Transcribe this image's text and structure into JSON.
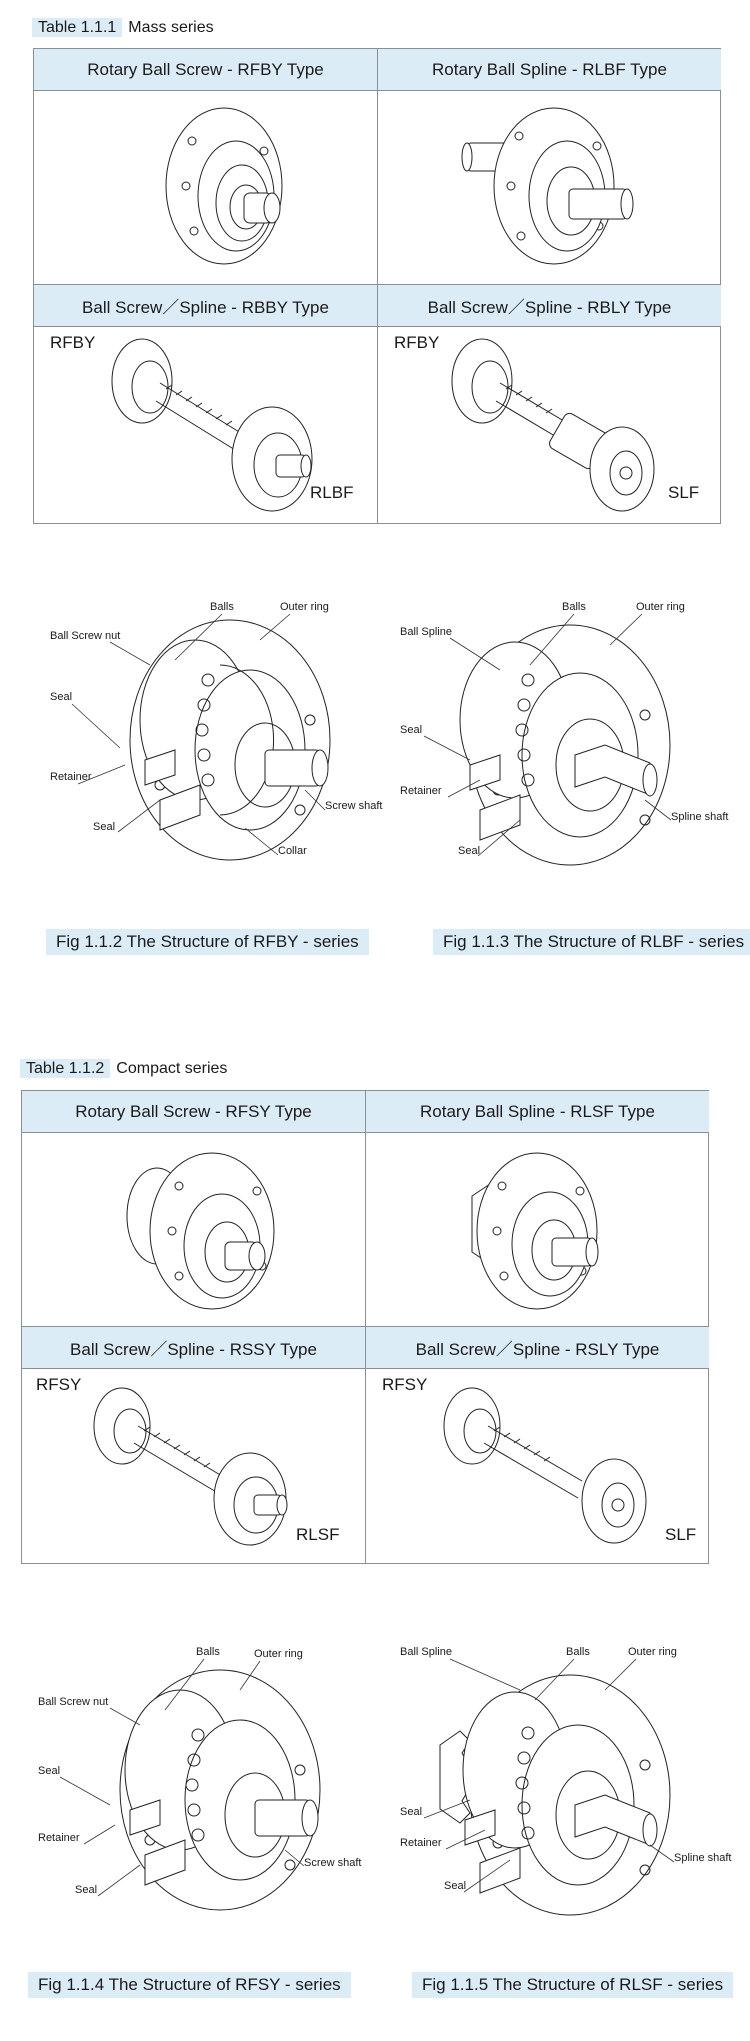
{
  "table1": {
    "number": "Table 1.1.1",
    "title": "Mass series",
    "cells": [
      {
        "header": "Rotary Ball Screw - RFBY Type"
      },
      {
        "header": "Rotary Ball Spline - RLBF Type"
      },
      {
        "header": "Ball Screw／Spline - RBBY Type",
        "tag_top": "RFBY",
        "tag_bottom": "RLBF"
      },
      {
        "header": "Ball Screw／Spline - RBLY Type",
        "tag_top": "RFBY",
        "tag_bottom": "SLF"
      }
    ]
  },
  "fig2": {
    "caption": "Fig 1.1.2 The Structure of RFBY - series",
    "labels": {
      "balls": "Balls",
      "outer_ring": "Outer ring",
      "nut": "Ball Screw nut",
      "seal_top": "Seal",
      "retainer": "Retainer",
      "seal_bottom": "Seal",
      "collar": "Collar",
      "shaft": "Screw shaft"
    }
  },
  "fig3": {
    "caption": "Fig 1.1.3 The Structure of RLBF - series",
    "labels": {
      "balls": "Balls",
      "outer_ring": "Outer ring",
      "nut": "Ball Spline",
      "seal_top": "Seal",
      "retainer": "Retainer",
      "seal_bottom": "Seal",
      "shaft": "Spline shaft"
    }
  },
  "table2": {
    "number": "Table 1.1.2",
    "title": "Compact series",
    "cells": [
      {
        "header": "Rotary Ball Screw - RFSY Type"
      },
      {
        "header": "Rotary Ball Spline - RLSF Type"
      },
      {
        "header": "Ball Screw／Spline - RSSY Type",
        "tag_top": "RFSY",
        "tag_bottom": "RLSF"
      },
      {
        "header": "Ball Screw／Spline - RSLY Type",
        "tag_top": "RFSY",
        "tag_bottom": "SLF"
      }
    ]
  },
  "fig4": {
    "caption": "Fig 1.1.4 The Structure of RFSY - series",
    "labels": {
      "balls": "Balls",
      "outer_ring": "Outer ring",
      "nut": "Ball Screw nut",
      "seal_top": "Seal",
      "retainer": "Retainer",
      "seal_bottom": "Seal",
      "shaft": "Screw shaft"
    }
  },
  "fig5": {
    "caption": "Fig 1.1.5 The Structure of RLSF - series",
    "labels": {
      "balls": "Balls",
      "outer_ring": "Outer ring",
      "nut": "Ball Spline",
      "seal_top": "Seal",
      "retainer": "Retainer",
      "seal_bottom": "Seal",
      "shaft": "Spline shaft"
    }
  }
}
